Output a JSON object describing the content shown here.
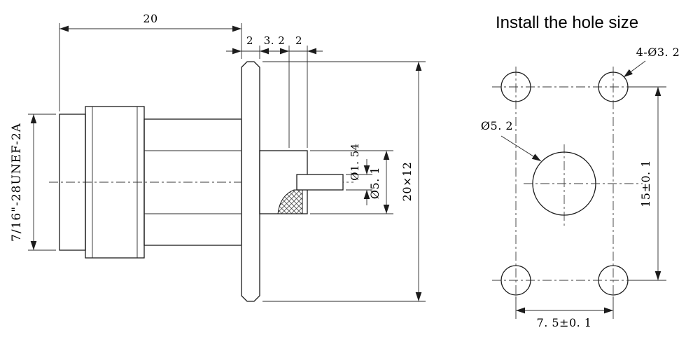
{
  "title": "Install the hole size",
  "side_view": {
    "thread_spec": "7/16\"-28UNEF-2A",
    "overall_length": "20",
    "flange_thickness": "2",
    "insulator_length": "3. 2",
    "pin_protrusion": "2",
    "pin_diameter": "Ø1. 54",
    "boss_diameter": "Ø5. 1",
    "flange_size": "20×12"
  },
  "hole_view": {
    "corner_holes_label": "4-Ø3. 2",
    "center_hole_label": "Ø5. 2",
    "vertical_pitch": "15±0. 1",
    "horizontal_pitch": "7. 5±0. 1"
  }
}
